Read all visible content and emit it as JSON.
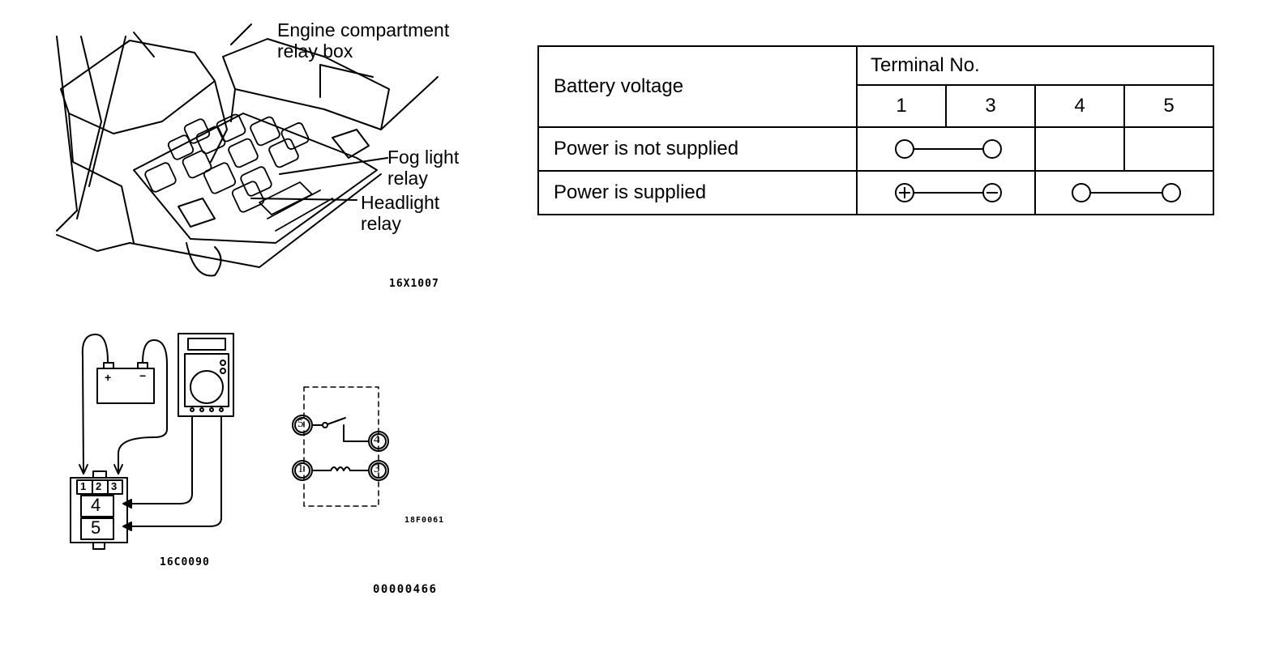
{
  "relay_figure": {
    "relay_box_label": [
      "Engine compartment",
      "relay box"
    ],
    "fog_light_relay_label": [
      "Fog light",
      "relay"
    ],
    "headlight_relay_label": [
      "Headlight",
      "relay"
    ],
    "figure_code": "16X1007"
  },
  "test_figure": {
    "battery_plus": "+",
    "battery_minus": "−",
    "terminals_top": [
      "1",
      "2",
      "3"
    ],
    "terminal_4": "4",
    "terminal_5": "5",
    "figure_code": "16C0090"
  },
  "schematic": {
    "terminals": [
      "5",
      "4",
      "1",
      "3"
    ],
    "figure_code": "18F0061"
  },
  "doc_code": "00000466",
  "table": {
    "corner_label": "Battery voltage",
    "group_header": "Terminal No.",
    "terminals": [
      "1",
      "3",
      "4",
      "5"
    ],
    "rows": [
      {
        "label": "Power is not supplied"
      },
      {
        "label": "Power is supplied"
      }
    ]
  }
}
